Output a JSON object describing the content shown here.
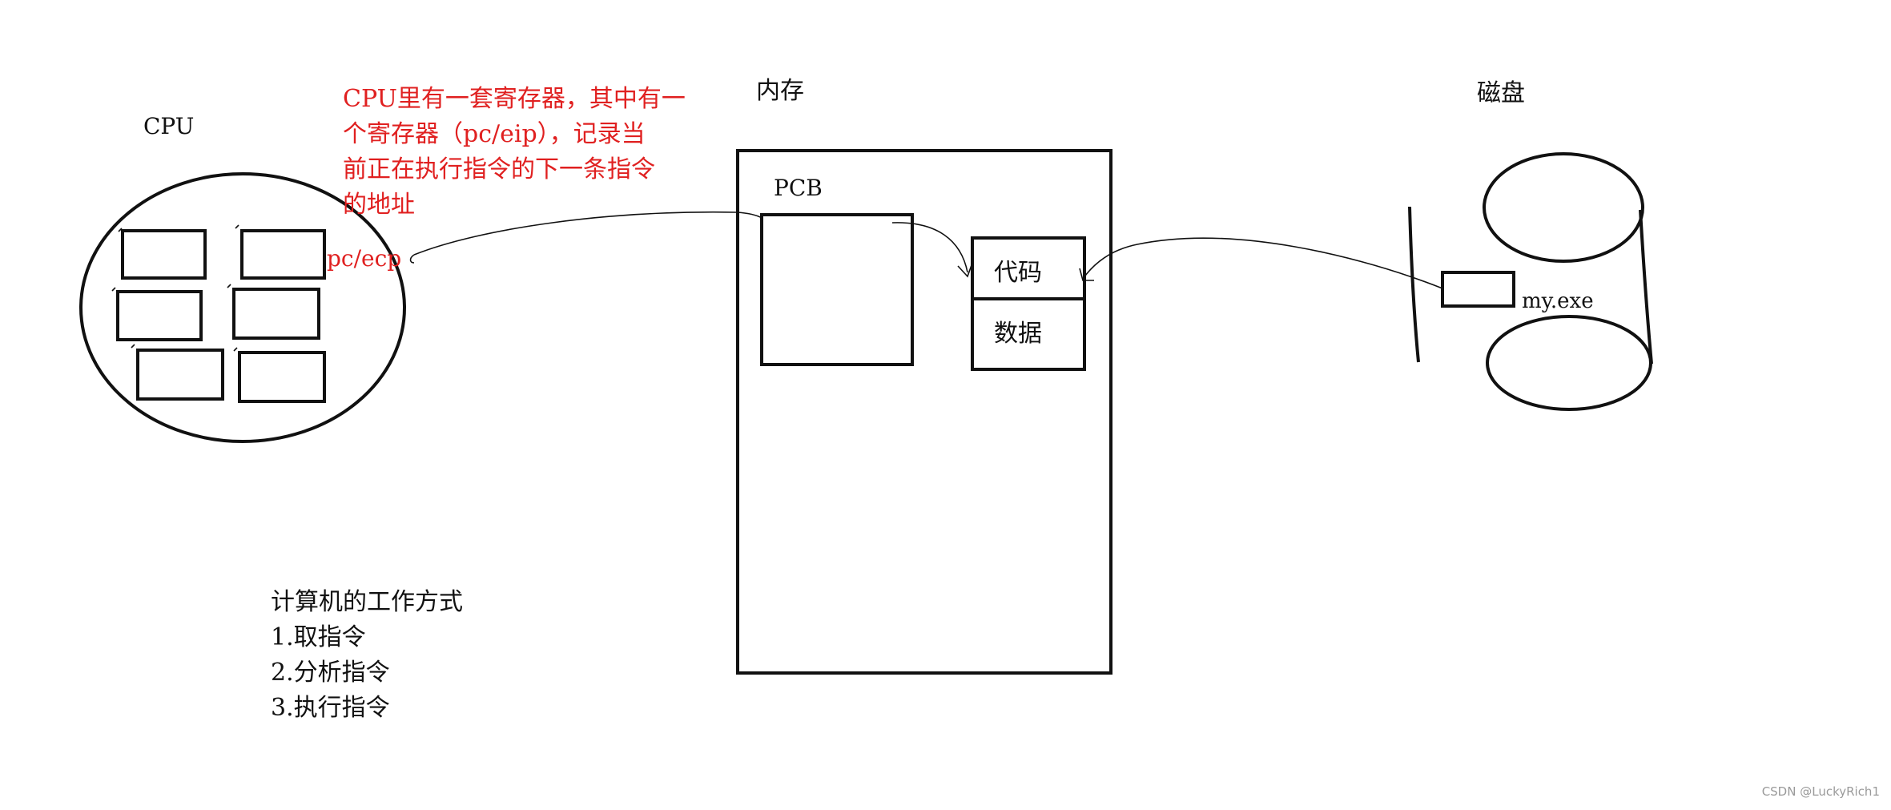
{
  "labels": {
    "cpu": "CPU",
    "memory": "内存",
    "disk": "磁盘",
    "pcb": "PCB",
    "code": "代码",
    "data": "数据",
    "register": "pc/ecp",
    "exe": "my.exe"
  },
  "note_lines": [
    "CPU里有一套寄存器，其中有一",
    "个寄存器（pc/eip），记录当",
    "前正在执行指令的下一条指令",
    "的地址"
  ],
  "work_title": "计算机的工作方式",
  "work_steps": [
    "1.取指令",
    "2.分析指令",
    "3.执行指令"
  ],
  "watermark": "CSDN @LuckyRich1",
  "colors": {
    "ink": "#111111",
    "accent_red": "#e02020"
  }
}
